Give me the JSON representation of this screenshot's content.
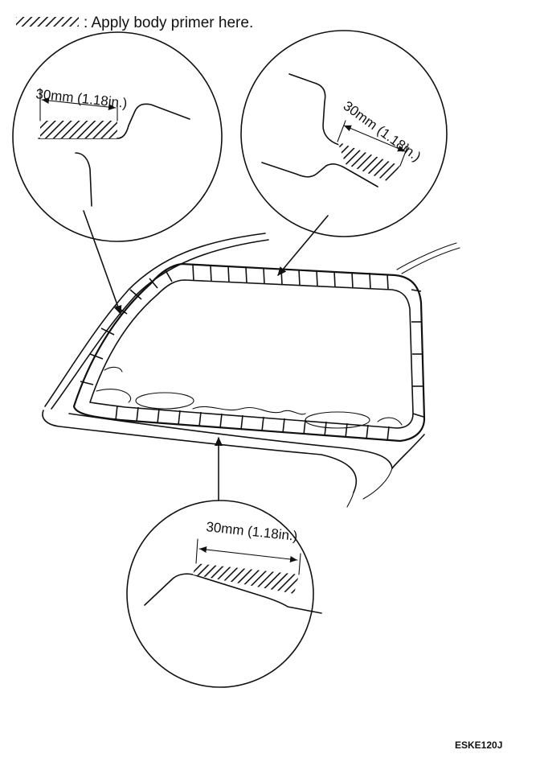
{
  "legend": {
    "text": ": Apply body primer here.",
    "hatch_icon": "diagonal-hatch-swatch"
  },
  "callouts": {
    "top_left": {
      "label": "30mm (1.18in.)"
    },
    "top_right": {
      "label": "30mm (1.18in.)"
    },
    "bottom": {
      "label": "30mm (1.18in.)"
    }
  },
  "figure_code": "ESKE120J",
  "colors": {
    "ink": "#111111",
    "paper": "#ffffff"
  }
}
